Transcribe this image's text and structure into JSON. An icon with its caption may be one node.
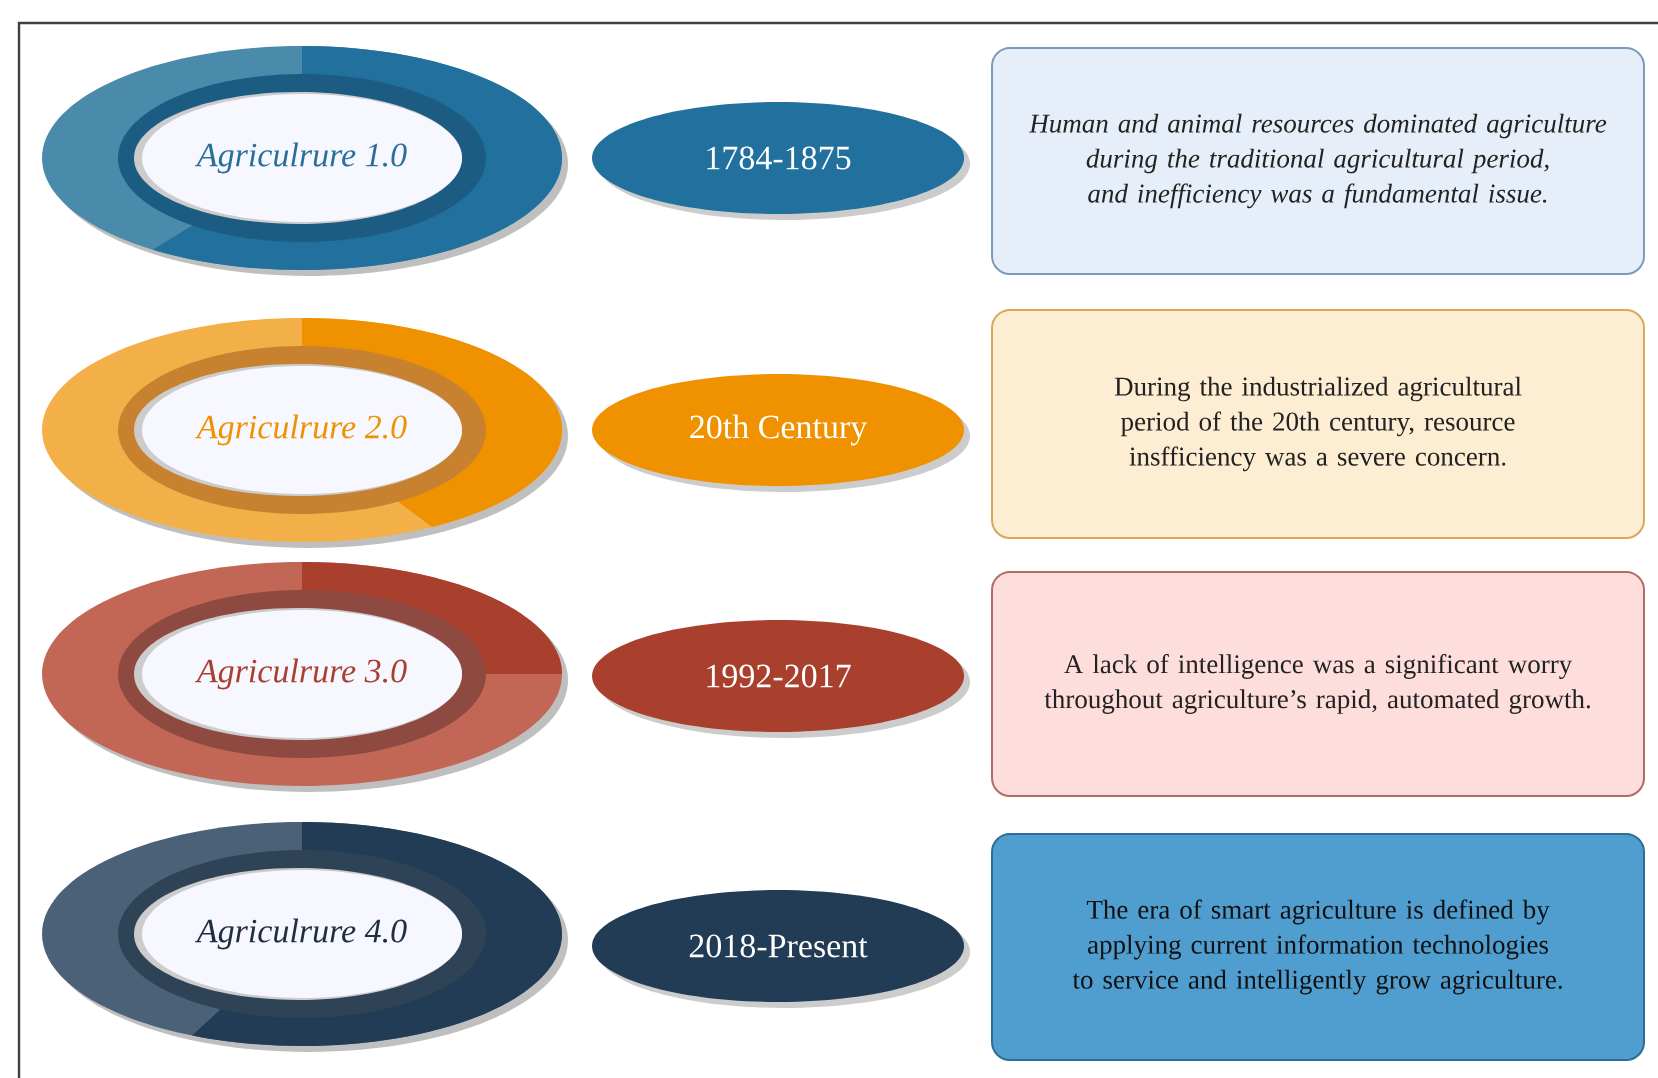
{
  "diagram": {
    "nodes": [
      {
        "text": [
          "Agriculrure 1.0"
        ]
      },
      {
        "text": [
          "1784-1875"
        ]
      },
      {
        "text": [
          "Human and animal resources dominated agriculture during the traditional agricultural period, and inefficiency was a fundamental issue."
        ]
      },
      {
        "text": [
          "Agriculrure 2.0"
        ]
      },
      {
        "text": [
          "20th Century"
        ]
      },
      {
        "text": [
          "During the industrialized agricultural period of the 20th century, resource insfficiency was a severe concern."
        ]
      },
      {
        "text": [
          "Agriculrure 3.0"
        ]
      },
      {
        "text": [
          "1992-2017"
        ]
      },
      {
        "text": [
          "A lack of intelligence was a significant worry throughout agriculture’s rapid, automated growth."
        ]
      },
      {
        "text": [
          "Agriculrure 4.0"
        ]
      },
      {
        "text": [
          "2018-Present"
        ]
      },
      {
        "text": [
          "The era of smart agriculture is defined by applying current information technologies to service and intelligently grow agriculture."
        ]
      }
    ]
  }
}
